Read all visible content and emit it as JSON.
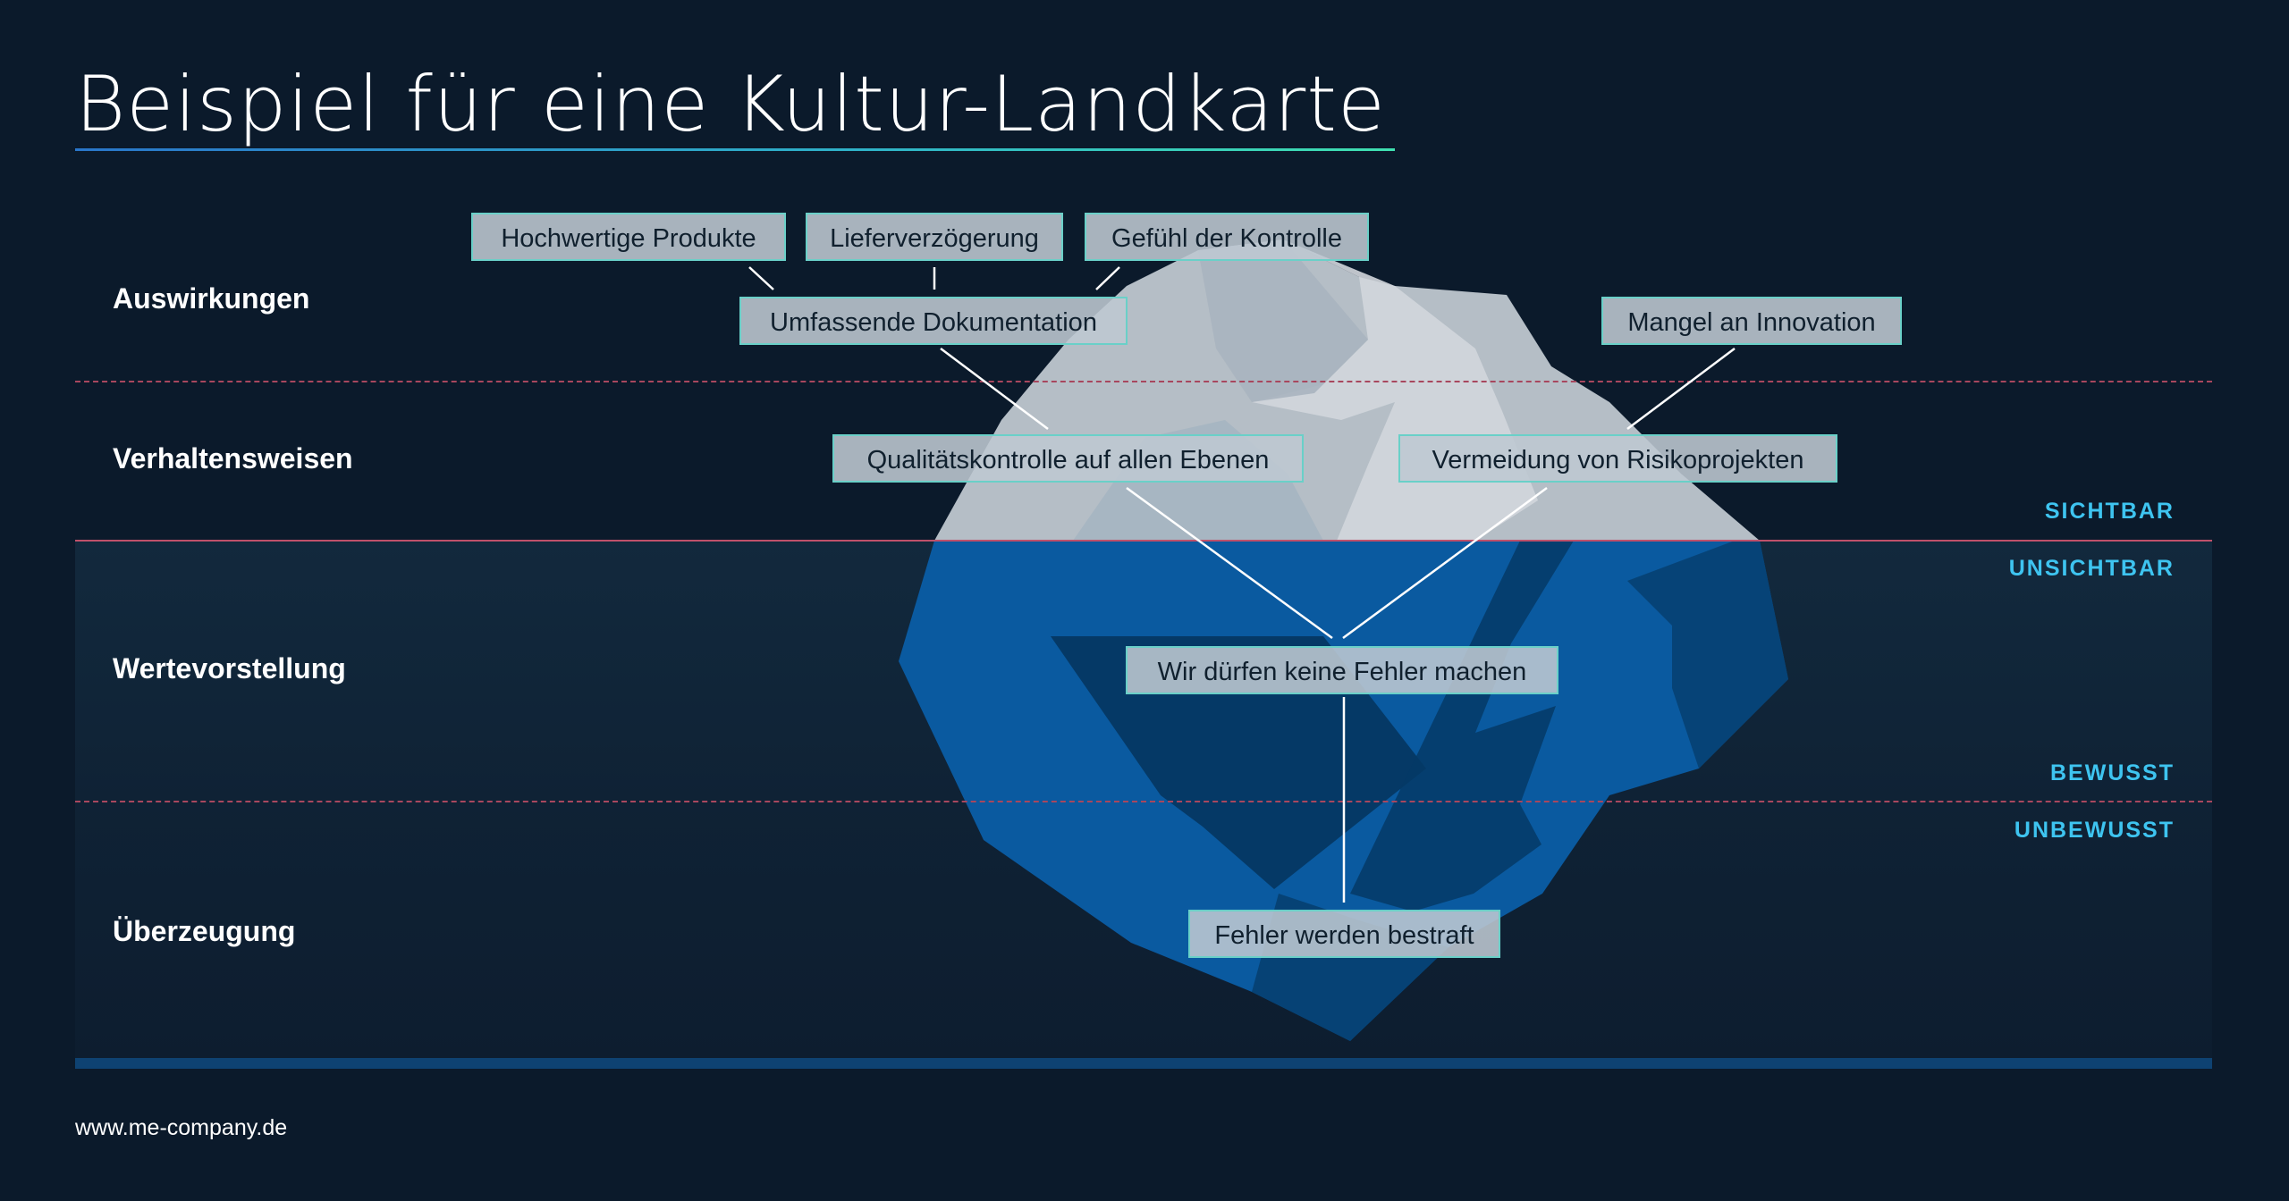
{
  "title": "Beispiel für eine Kultur-Landkarte",
  "layers": {
    "auswirkungen": "Auswirkungen",
    "verhaltensweisen": "Verhaltensweisen",
    "wertevorstellung": "Wertevorstellung",
    "ueberzeugung": "Überzeugung"
  },
  "side_labels": {
    "sichtbar": "SICHTBAR",
    "unsichtbar": "UNSICHTBAR",
    "bewusst": "BEWUSST",
    "unbewusst": "UNBEWUSST"
  },
  "boxes": {
    "hochwertige_produkte": "Hochwertige Produkte",
    "lieferverzoegerung": "Lieferverzögerung",
    "gefuehl_kontrolle": "Gefühl der Kontrolle",
    "umfassende_dokumentation": "Umfassende Dokumentation",
    "mangel_innovation": "Mangel an Innovation",
    "qualitaetskontrolle": "Qualitätskontrolle auf allen Ebenen",
    "vermeidung_risikoprojekte": "Vermeidung von Risikoprojekten",
    "keine_fehler": "Wir dürfen keine Fehler machen",
    "fehler_bestraft": "Fehler werden bestraft"
  },
  "footer": "www.me-company.de",
  "colors": {
    "background": "#0b1a2b",
    "ice_above": "#c4ccd4",
    "ice_below": "#0a5aa0",
    "accent_label": "#3ec4f0",
    "divider": "#a8475e"
  }
}
